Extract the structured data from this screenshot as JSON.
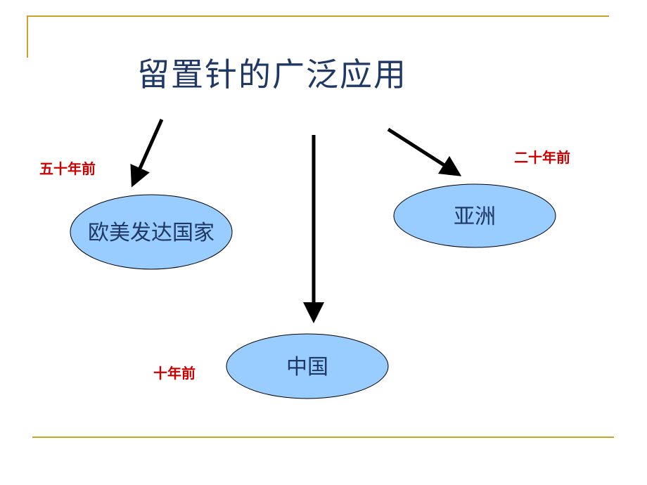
{
  "title": "留置针的广泛应用",
  "nodes": [
    {
      "id": "west",
      "label": "欧美发达国家",
      "time": "五十年前"
    },
    {
      "id": "asia",
      "label": "亚洲",
      "time": "二十年前"
    },
    {
      "id": "china",
      "label": "中国",
      "time": "十年前"
    }
  ],
  "colors": {
    "node_fill": "#99ccff",
    "title_text": "#1f3864",
    "time_text": "#cc0000",
    "frame_line": "#c9a227",
    "arrow": "#000000"
  }
}
